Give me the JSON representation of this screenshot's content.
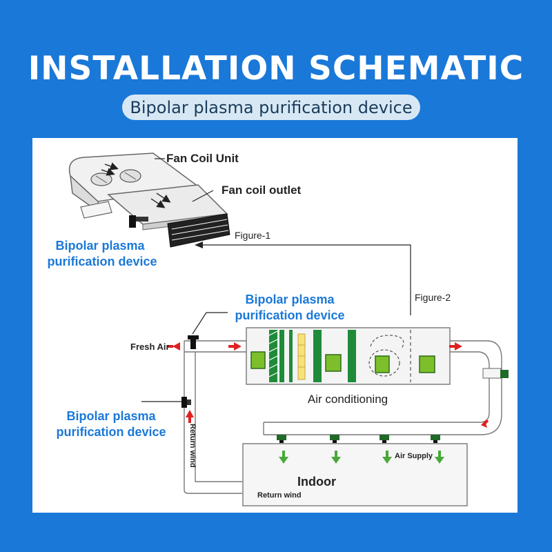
{
  "header": {
    "title": "INSTALLATION SCHEMATIC",
    "subtitle": "Bipolar plasma purification device"
  },
  "figure1": {
    "fan_coil_unit": "Fan Coil Unit",
    "fan_coil_outlet": "Fan coil outlet",
    "device_label_line1": "Bipolar plasma",
    "device_label_line2": "purification device",
    "figure_label": "Figure-1"
  },
  "figure2": {
    "figure_label": "Figure-2",
    "device_top_line1": "Bipolar plasma",
    "device_top_line2": "purification device",
    "fresh_air": "Fresh Air",
    "air_conditioning": "Air conditioning",
    "device_left_line1": "Bipolar plasma",
    "device_left_line2": "purification device",
    "return_wind_vertical": "Return wind",
    "air_supply": "Air Supply",
    "indoor": "Indoor",
    "return_wind_bottom": "Return wind"
  },
  "colors": {
    "background": "#1a78d8",
    "label_blue": "#1a78d8",
    "filter_green": "#1f8b3a",
    "coil_green": "#7cbf2a",
    "arrow_red": "#e02020",
    "arrow_green": "#4aa83a"
  }
}
